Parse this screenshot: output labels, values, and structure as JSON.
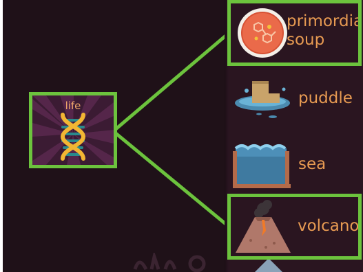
{
  "source": {
    "element": "life",
    "icon": "dna-helix-icon"
  },
  "combine_list": {
    "items": [
      {
        "label": "primordial soup",
        "label_lines": [
          "primordial",
          "soup"
        ],
        "icon": "petri-dish-icon",
        "selected": true
      },
      {
        "label": "puddle",
        "icon": "puddle-boot-icon",
        "selected": false
      },
      {
        "label": "sea",
        "icon": "sea-wave-icon",
        "selected": false
      },
      {
        "label": "volcano",
        "icon": "volcano-icon",
        "selected": true
      }
    ]
  },
  "colors": {
    "background": "#1f1118",
    "panel": "#2a1520",
    "highlight": "#6cc33d",
    "label_text": "#e79a52"
  }
}
